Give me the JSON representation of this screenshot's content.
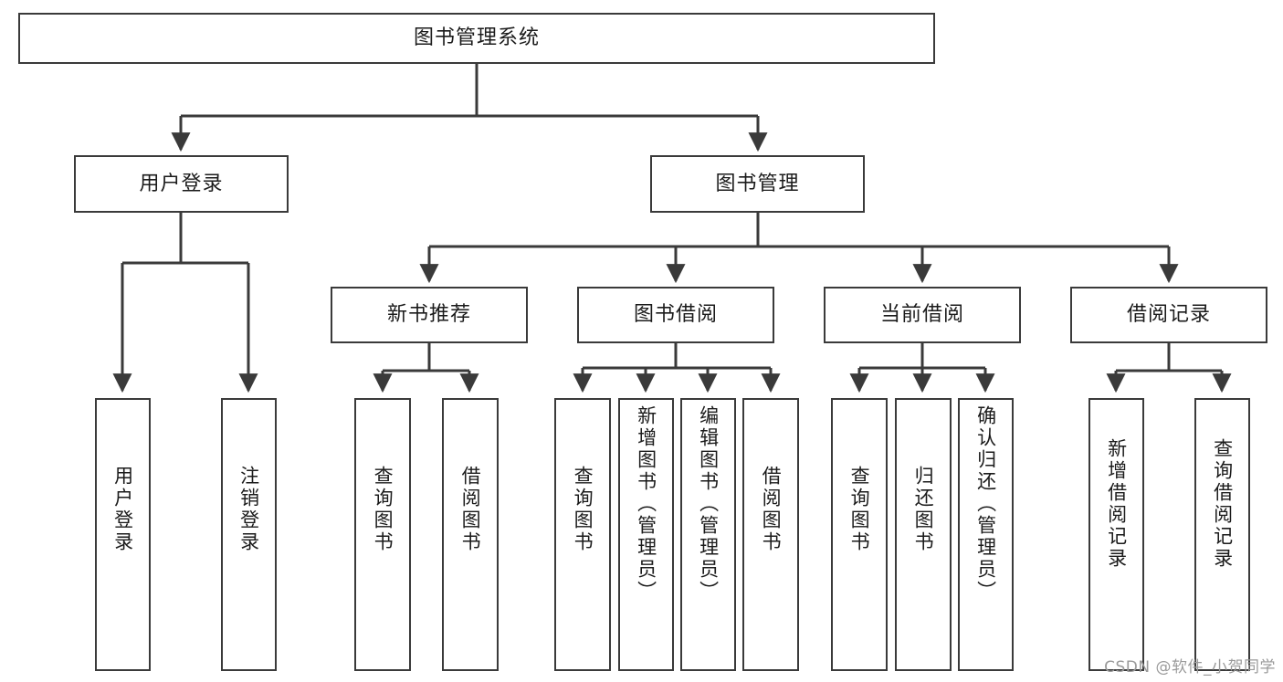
{
  "diagram": {
    "type": "tree",
    "title": "图书管理系统",
    "root": {
      "label": "图书管理系统"
    },
    "level2": [
      {
        "label": "用户登录"
      },
      {
        "label": "图书管理"
      }
    ],
    "level3": [
      {
        "label": "新书推荐"
      },
      {
        "label": "图书借阅"
      },
      {
        "label": "当前借阅"
      },
      {
        "label": "借阅记录"
      }
    ],
    "leaves": {
      "user_login": [
        {
          "label": "用户登录"
        },
        {
          "label": "注销登录"
        }
      ],
      "new_book_recommend": [
        {
          "label": "查询图书"
        },
        {
          "label": "借阅图书"
        }
      ],
      "book_borrow": [
        {
          "label": "查询图书"
        },
        {
          "label": "新增图书（管理员）"
        },
        {
          "label": "编辑图书（管理员）"
        },
        {
          "label": "借阅图书"
        }
      ],
      "current_borrow": [
        {
          "label": "查询图书"
        },
        {
          "label": "归还图书"
        },
        {
          "label": "确认归还（管理员）"
        }
      ],
      "borrow_record": [
        {
          "label": "新增借阅记录"
        },
        {
          "label": "查询借阅记录"
        }
      ]
    }
  },
  "watermark": {
    "text": "CSDN @软件_小贺同学"
  },
  "colors": {
    "box_border": "#3a3a3a",
    "connector": "#3a3a3a",
    "text": "#1b1b1b",
    "background": "#ffffff",
    "watermark": "#9a9a9a"
  }
}
